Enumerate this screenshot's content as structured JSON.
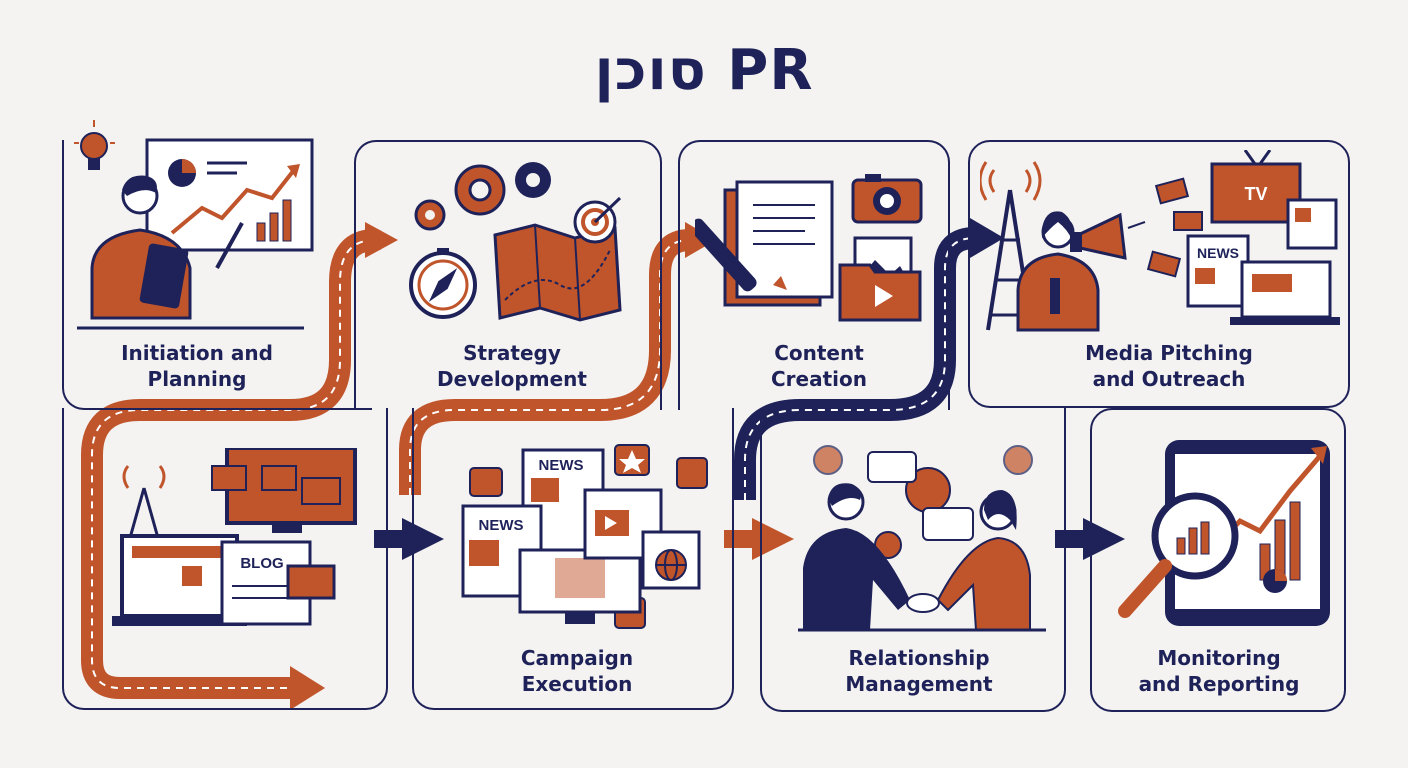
{
  "title": "סוכן PR",
  "steps": [
    {
      "label": "Initiation and\nPlanning"
    },
    {
      "label": "Strategy\nDevelopment"
    },
    {
      "label": "Content\nCreation"
    },
    {
      "label": "Media Pitching\nand Outreach"
    },
    {
      "label": "Campaign\nExecution"
    },
    {
      "label": "Relationship\nManagement"
    },
    {
      "label": "Monitoring\nand Reporting"
    }
  ],
  "badges": {
    "tv": "TV",
    "news": "NEWS",
    "blog": "BLOG"
  },
  "colors": {
    "navy": "#1e2259",
    "rust": "#c0542b",
    "background": "#f4f3f1"
  }
}
